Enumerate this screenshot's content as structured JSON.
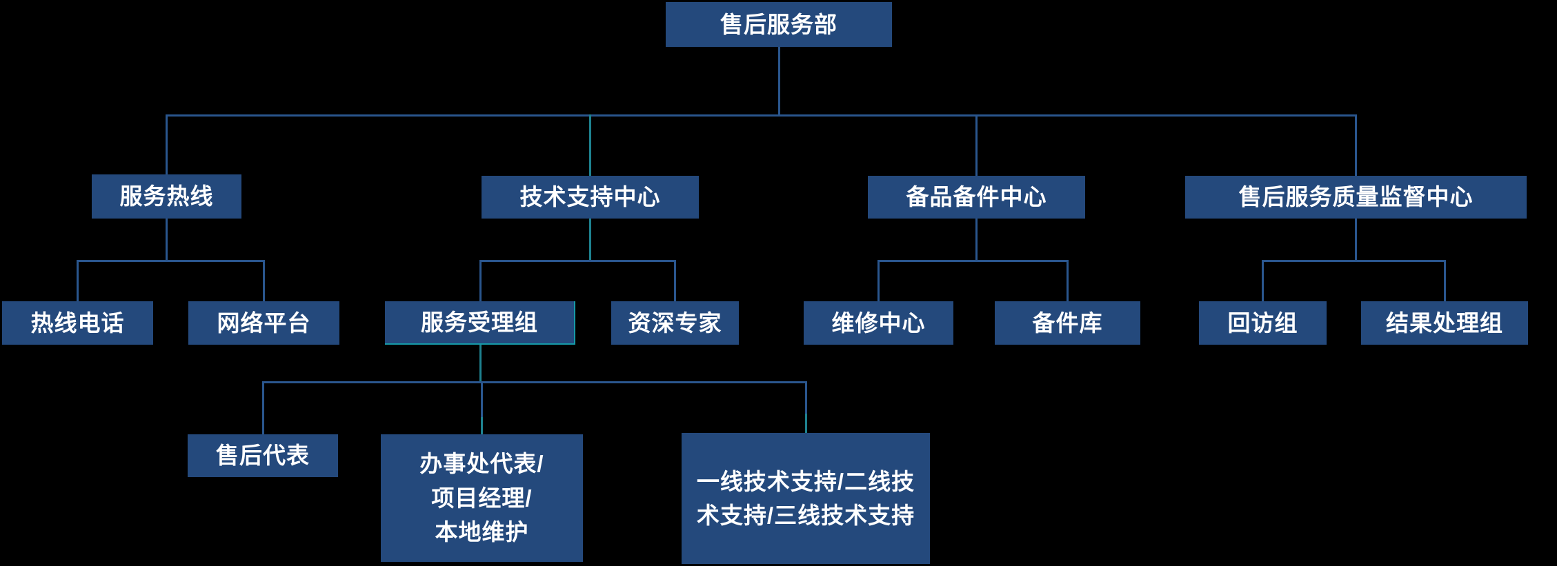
{
  "diagram": {
    "type": "org-chart",
    "background_color": "#000000",
    "node_fill_color": "#24497c",
    "node_text_color": "#ffffff",
    "connector_color": "#2a568e",
    "connector_accent_color": "#1e8290",
    "nodes": {
      "root": {
        "label": "售后服务部"
      },
      "service_hotline": {
        "label": "服务热线"
      },
      "tech_support_center": {
        "label": "技术支持中心"
      },
      "spare_parts_center": {
        "label": "备品备件中心"
      },
      "quality_supervision_center": {
        "label": "售后服务质量监督中心"
      },
      "hotline_phone": {
        "label": "热线电话"
      },
      "online_platform": {
        "label": "网络平台"
      },
      "service_acceptance_group": {
        "label": "服务受理组"
      },
      "senior_experts": {
        "label": "资深专家"
      },
      "repair_center": {
        "label": "维修中心"
      },
      "spare_parts_warehouse": {
        "label": "备件库"
      },
      "return_visit_group": {
        "label": "回访组"
      },
      "result_handling_group": {
        "label": "结果处理组"
      },
      "aftersales_representative": {
        "label": "售后代表"
      },
      "office_rep_project_manager_local_maintenance": {
        "label": "办事处代表/\n项目经理/\n本地维护"
      },
      "tiered_tech_support": {
        "label": "一线技术支持/二线技\n术支持/三线技术支持"
      }
    }
  }
}
